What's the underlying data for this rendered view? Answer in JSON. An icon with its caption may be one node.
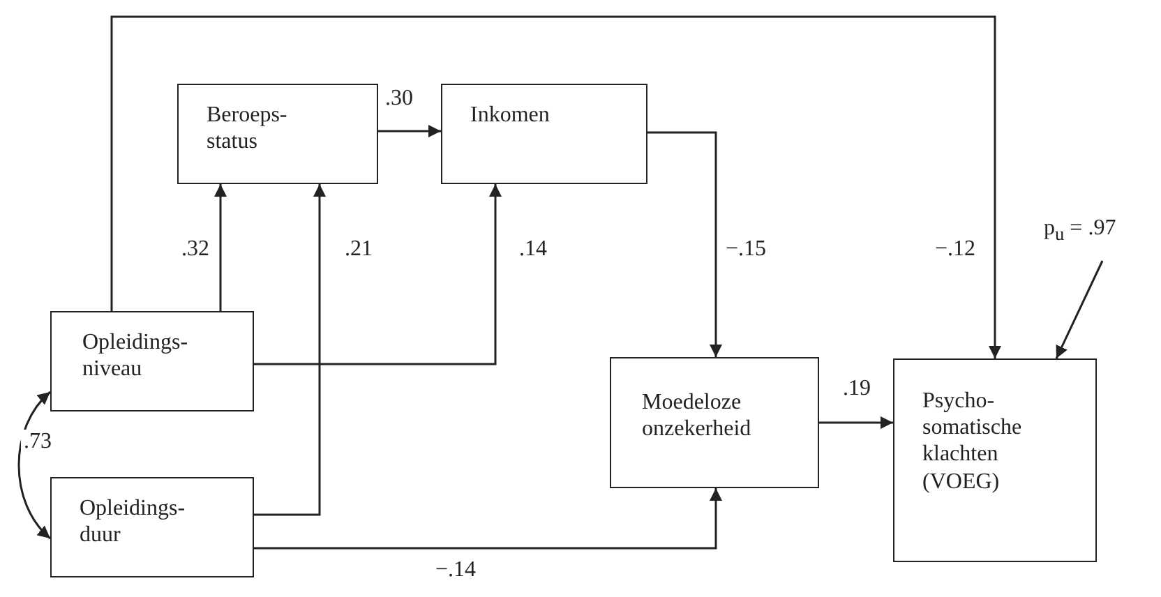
{
  "diagram": {
    "nodes": [
      {
        "text": [
          "Beroeps- status"
        ]
      },
      {
        "text": [
          "Inkomen"
        ]
      },
      {
        "text": [
          "Opleidings- niveau"
        ]
      },
      {
        "text": [
          "Opleidings- duur"
        ]
      },
      {
        "text": [
          "Moedeloze onzekerheid"
        ]
      },
      {
        "text": [
          "Psycho- somatische klachten (VOEG)"
        ]
      },
      {
        "text": [
          "p$_{u}$ = .97"
        ]
      }
    ],
    "edges": [
      {
        "from": 2,
        "to": 0,
        "arrow": "to",
        "label": ".32"
      },
      {
        "from": 3,
        "to": 0,
        "arrow": "to",
        "label": ".21"
      },
      {
        "from": 2,
        "to": 1,
        "arrow": "to",
        "label": ".14"
      },
      {
        "from": 0,
        "to": 1,
        "arrow": "to",
        "label": ".30"
      },
      {
        "from": 1,
        "to": 4,
        "arrow": "to",
        "label": "−.15"
      },
      {
        "from": 2,
        "to": 5,
        "arrow": "to",
        "label": "−.12"
      },
      {
        "from": 3,
        "to": 4,
        "arrow": "to",
        "label": "−.14"
      },
      {
        "from": 4,
        "to": 5,
        "arrow": "to",
        "label": ".19"
      },
      {
        "from": 2,
        "to": 3,
        "arrow": "both",
        "label": ".73"
      },
      {
        "from": 6,
        "to": 5,
        "arrow": "to"
      }
    ]
  }
}
